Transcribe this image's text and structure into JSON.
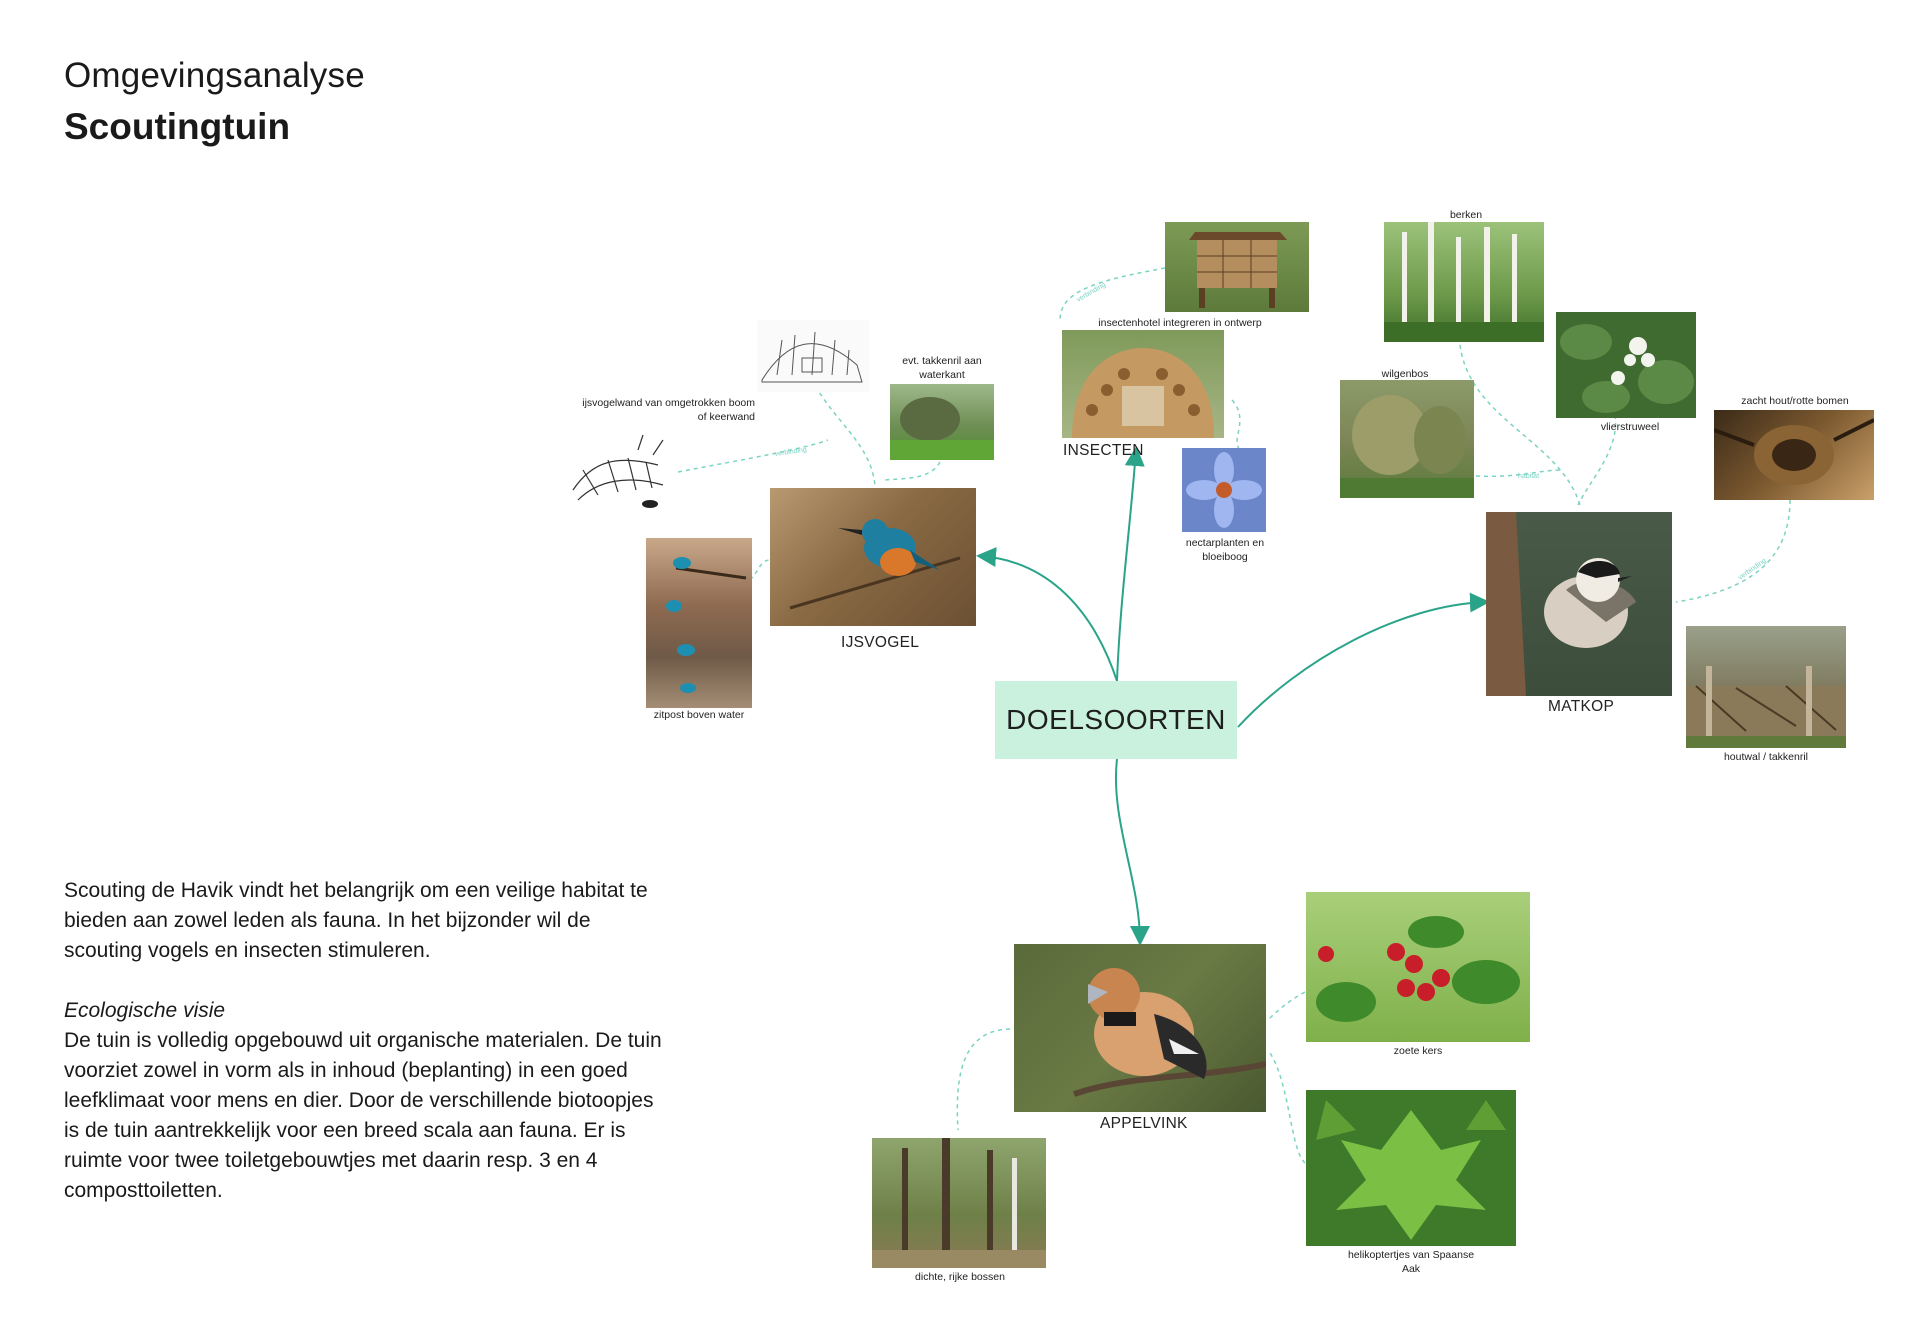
{
  "header": {
    "title": "Omgevingsanalyse",
    "subtitle": "Scoutingtuin"
  },
  "intro": {
    "paragraph1": "Scouting de Havik vindt het belangrijk om een veilige habitat te bieden aan zowel leden als fauna. In het bijzonder wil de scouting vogels en insecten stimuleren.",
    "vision_title": "Ecologische visie",
    "vision_text": "De tuin is volledig opgebouwd uit organische materialen. De tuin voorziet zowel in vorm als in inhoud (beplanting) in een goed leefklimaat voor mens en dier. Door de verschillende biotoopjes is de tuin aantrekkelijk voor een breed scala aan fauna. Er is ruimte voor twee toiletgebouwtjes met daarin resp. 3 en 4 composttoiletten."
  },
  "diagram": {
    "center": "DOELSOORTEN",
    "species": {
      "ijsvogel": {
        "label": "IJSVOGEL",
        "captions": {
          "wall": "ijsvogelwand van omgetrokken boom of keerwand",
          "branches": "evt. takkenril aan waterkant",
          "perch": "zitpost boven water"
        }
      },
      "insecten": {
        "label": "INSECTEN",
        "captions": {
          "hotel": "insectenhotel integreren in ontwerp",
          "nectar": "nectarplanten en bloeiboog"
        }
      },
      "matkop": {
        "label": "MATKOP",
        "captions": {
          "birch": "berken",
          "willow": "wilgenbos",
          "elder": "vlierstruweel",
          "deadwood": "zacht hout/rotte bomen",
          "hedge": "houtwal / takkenril"
        }
      },
      "appelvink": {
        "label": "APPELVINK",
        "captions": {
          "cherry": "zoete kers",
          "maple": "helikoptertjes van Spaanse Aak",
          "forest": "dichte, rijke bossen"
        }
      }
    },
    "colors": {
      "accent": "#2aa489",
      "accent_light": "#7bd3c3",
      "center_fill": "#c9f1dd"
    }
  }
}
